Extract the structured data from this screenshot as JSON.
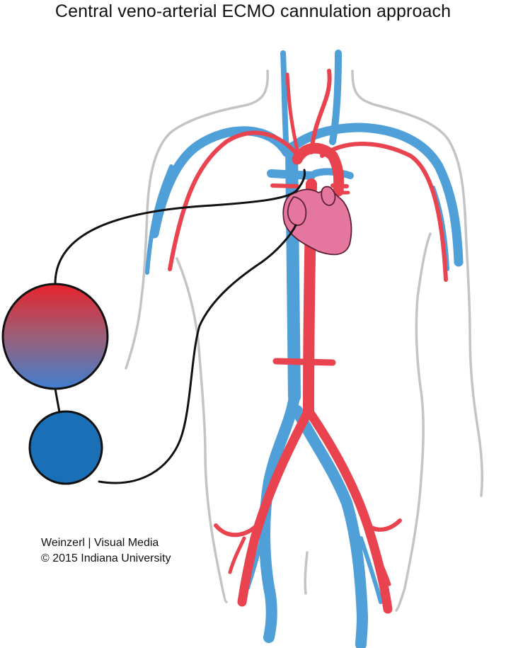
{
  "title": "Central veno-arterial ECMO cannulation approach",
  "credit": {
    "line1": "Weinzerl | Visual Media",
    "line2": "© 2015 Indiana University"
  },
  "colors": {
    "vein": "#4f9fd8",
    "artery": "#e8434f",
    "heart": "#e5779e",
    "body_outline": "#c4c4c4",
    "tubing": "#111111",
    "pump": "#1a6fb6"
  },
  "diagram": {
    "elements": [
      "body-outline",
      "venous-system",
      "arterial-system",
      "heart",
      "oxygenator",
      "pump",
      "cannula-tubing"
    ]
  }
}
